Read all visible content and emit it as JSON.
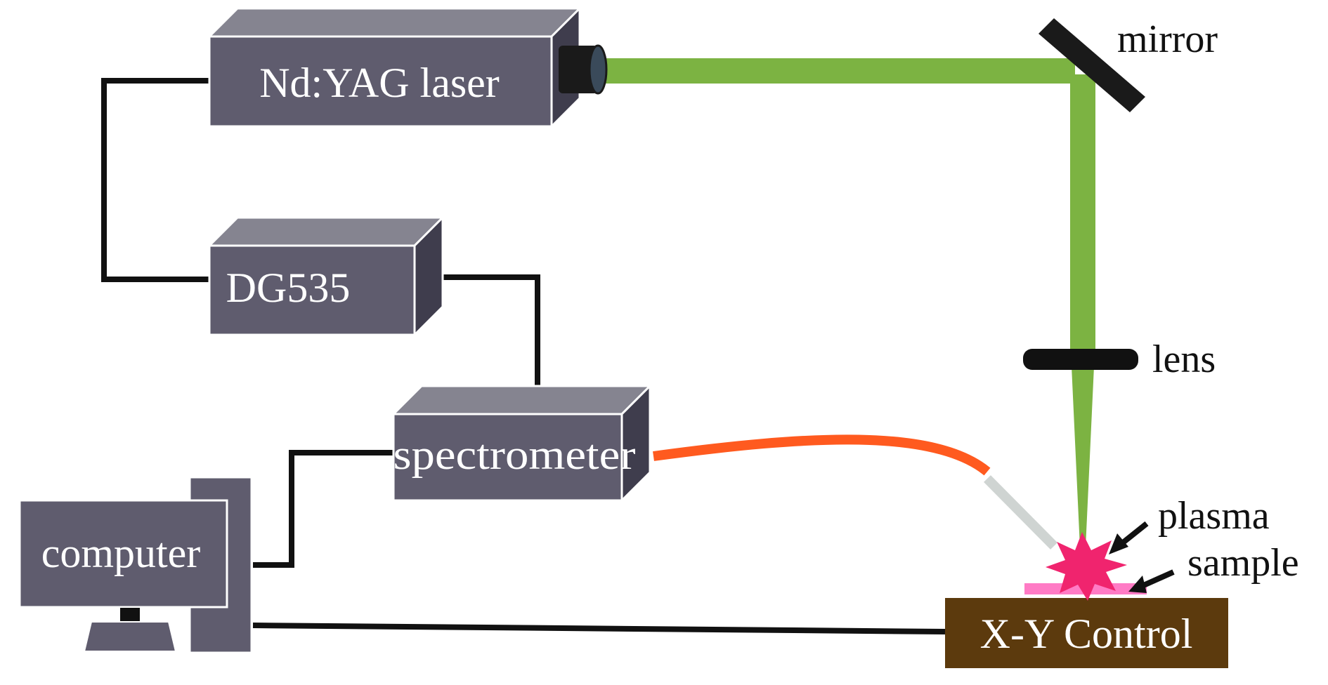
{
  "diagram": {
    "components": {
      "laser": "Nd:YAG laser",
      "delay_generator": "DG535",
      "spectrometer": "spectrometer",
      "computer": "computer",
      "stage": "X-Y Control"
    },
    "labels": {
      "mirror": "mirror",
      "lens": "lens",
      "plasma": "plasma",
      "sample": "sample"
    },
    "colors": {
      "box_front": "#5f5c6e",
      "box_top": "#858490",
      "box_side": "#3f3d4d",
      "laser_beam": "#7cb342",
      "fiber": "#ff5a1f",
      "fiber_probe": "#cfd4d2",
      "plasma": "#f0246e",
      "sample": "#ff7bc5",
      "stage": "#5c3a0d",
      "cable": "#111111"
    }
  }
}
